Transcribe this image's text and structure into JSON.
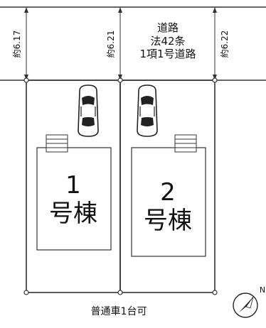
{
  "road": {
    "line1": "道路",
    "line2": "法42条",
    "line3": "1項1号道路"
  },
  "dimensions": {
    "left": "約6.17",
    "middle": "約6.21",
    "right": "約6.22"
  },
  "lots": [
    {
      "number": "1",
      "label": "号棟"
    },
    {
      "number": "2",
      "label": "号棟"
    }
  ],
  "parking_note": "普通車1台可",
  "north_label": "N",
  "icons": [
    "car-icon",
    "stairs-icon",
    "north-arrow-icon"
  ]
}
